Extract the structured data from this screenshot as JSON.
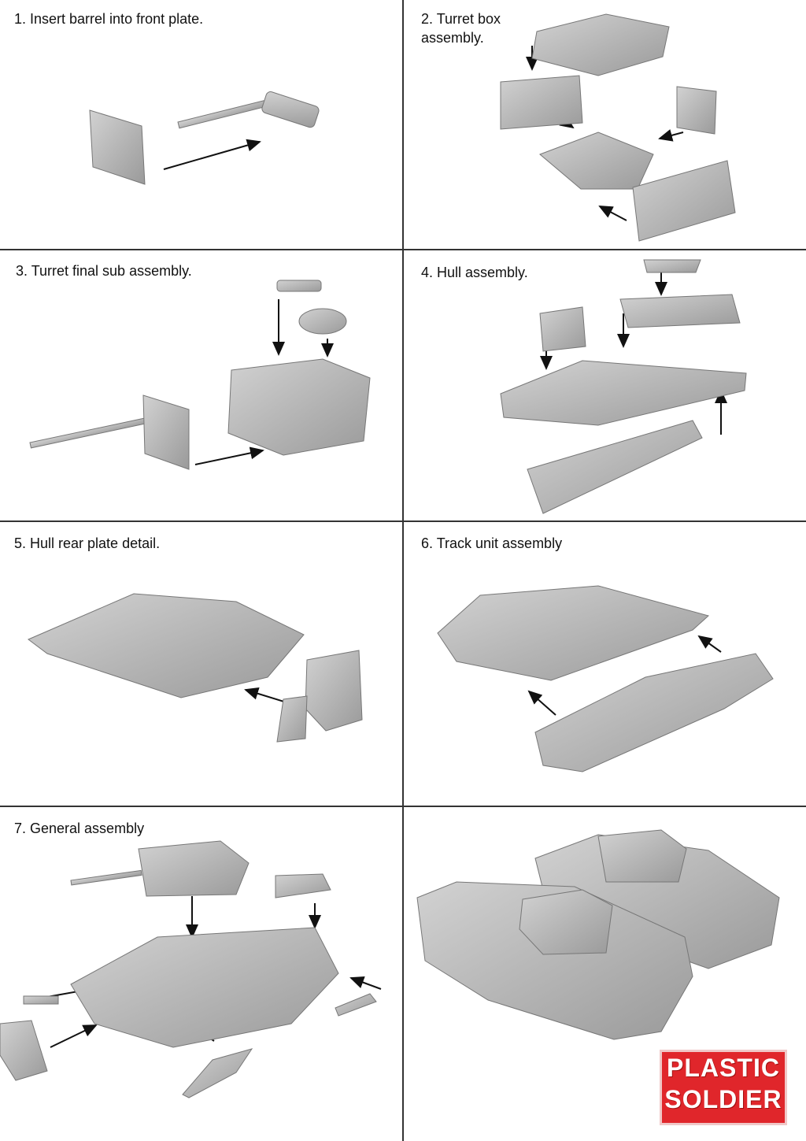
{
  "steps": [
    {
      "label": "1. Insert barrel into front plate."
    },
    {
      "label": "2. Turret box\nassembly."
    },
    {
      "label": "3. Turret final sub assembly."
    },
    {
      "label": "4. Hull assembly."
    },
    {
      "label": "5. Hull rear plate detail."
    },
    {
      "label": "6. Track unit assembly"
    },
    {
      "label": "7. General assembly"
    }
  ],
  "logo": {
    "line1": "PLASTIC",
    "line2": "SOLDIER",
    "color": "#e0262b"
  },
  "colors": {
    "part": "#b8b8b8",
    "part_dark": "#8e8e8e",
    "arrow": "#111111"
  }
}
